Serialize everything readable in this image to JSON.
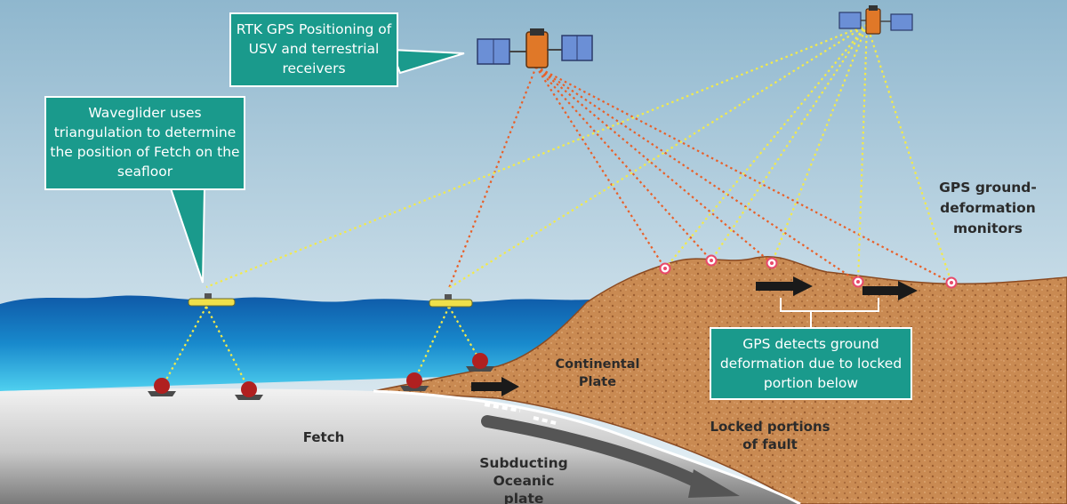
{
  "callouts": {
    "rtk": "RTK GPS Positioning of USV and terrestrial receivers",
    "waveglider": "Waveglider uses triangulation to determine the position of Fetch on the seafloor",
    "gps_detects": "GPS detects ground deformation due to locked portion below"
  },
  "labels": {
    "gps_monitors": "GPS ground-deformation monitors",
    "continental_plate": "Continental Plate",
    "fetch": "Fetch",
    "locked_fault": "Locked portions of fault",
    "subducting_plate": "Subducting Oceanic plate"
  },
  "colors": {
    "sky_top": "#8fb7ce",
    "sky_bottom": "#e6f0f5",
    "ocean_deep": "#0f5aa8",
    "ocean_light": "#27b6e3",
    "land": "#c98a52",
    "oceanic_plate": "#9a9a9a",
    "callout": "#1a9a8c",
    "orange_signal": "#e8602a",
    "yellow_signal": "#f3ea4a",
    "arrow": "#1a1a1a"
  },
  "icons": [
    "satellite-icon",
    "waveglider-icon",
    "seafloor-sensor-icon",
    "gps-monitor-icon",
    "motion-arrow-icon"
  ]
}
